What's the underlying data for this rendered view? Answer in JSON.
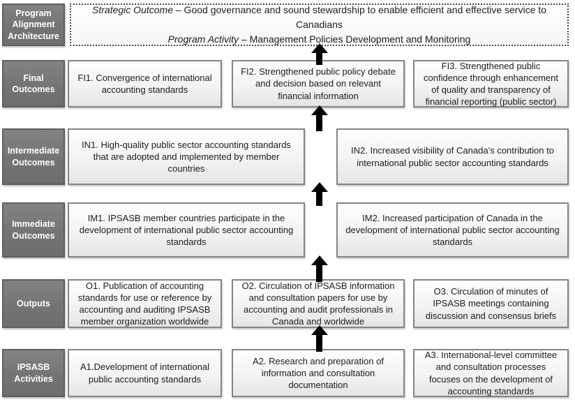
{
  "header": {
    "label": "Program Alignment Architecture",
    "strategic_outcome_label": "Strategic Outcome",
    "strategic_outcome_text": "– Good governance and sound stewardship to enable efficient and effective service to Canadians",
    "program_activity_label": "Program Activity",
    "program_activity_text": "– Management Policies Development and Monitoring"
  },
  "rows": [
    {
      "label": "Final Outcomes",
      "boxes": [
        {
          "id": "FI1",
          "text": "FI1. Convergence of international accounting standards"
        },
        {
          "id": "FI2",
          "text": "FI2. Strengthened public policy debate and decision based on relevant financial information"
        },
        {
          "id": "FI3",
          "text": "FI3. Strengthened public confidence through enhancement of quality and transparency of financial reporting (public sector)"
        }
      ]
    },
    {
      "label": "Intermediate Outcomes",
      "boxes": [
        {
          "id": "IN1",
          "text": "IN1. High-quality public sector accounting standards that are adopted and implemented by member countries"
        },
        {
          "id": "IN2",
          "text": "IN2. Increased visibility of Canada’s contribution to international public sector accounting standards"
        }
      ]
    },
    {
      "label": "Immediate Outcomes",
      "boxes": [
        {
          "id": "IM1",
          "text": "IM1. IPSASB member countries participate in the development of international public sector accounting standards"
        },
        {
          "id": "IM2",
          "text": "IM2. Increased participation of Canada in the development of international public sector accounting standards"
        }
      ]
    },
    {
      "label": "Outputs",
      "boxes": [
        {
          "id": "O1",
          "text": "O1. Publication of accounting standards for use or reference by accounting and auditing IPSASB member organization worldwide"
        },
        {
          "id": "O2",
          "text": "O2. Circulation of IPSASB information and consultation papers for use by accounting and audit professionals in Canada and worldwide"
        },
        {
          "id": "O3",
          "text": "O3. Circulation of minutes of IPSASB meetings containing discussion and consensus briefs"
        }
      ]
    },
    {
      "label": "IPSASB Activities",
      "boxes": [
        {
          "id": "A1",
          "text": "A1.Development of international public accounting standards"
        },
        {
          "id": "A2",
          "text": "A2. Research and preparation of information and consultation documentation"
        },
        {
          "id": "A3",
          "text": "A3. International-level committee and consultation processes focuses on the development of accounting standards"
        }
      ]
    }
  ],
  "colors": {
    "row_label_bg": "#757575",
    "row_label_text": "#ffffff",
    "content_box_border": "#848484",
    "arrow": "#000000"
  }
}
